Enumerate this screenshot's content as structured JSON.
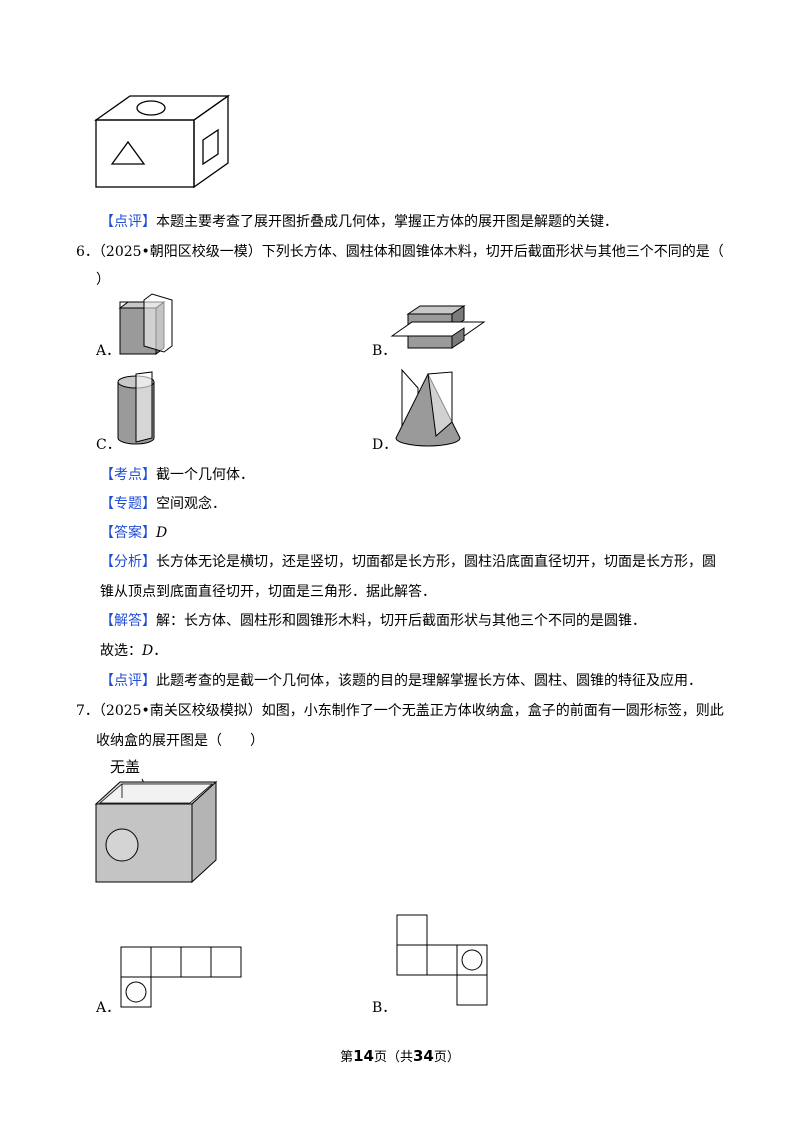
{
  "figure_top": {
    "name": "cube-figure"
  },
  "q5_comment": {
    "tag": "【点评】",
    "text": "本题主要考查了展开图折叠成几何体，掌握正方体的展开图是解题的关键．"
  },
  "q6": {
    "number": "6．",
    "stem_line1": "（2025•朝阳区校级一模）下列长方体、圆柱体和圆锥体木料，切开后截面形状与其他三个不同的是（",
    "stem_line2": "）",
    "options": {
      "A": "A．",
      "B": "B．",
      "C": "C．",
      "D": "D．"
    },
    "kaodian": {
      "tag": "【考点】",
      "text": "截一个几何体．"
    },
    "zhuanti": {
      "tag": "【专题】",
      "text": "空间观念．"
    },
    "daan": {
      "tag": "【答案】",
      "text": "D"
    },
    "fenxi": {
      "tag": "【分析】",
      "text_line1": "长方体无论是横切，还是竖切，切面都是长方形，圆柱沿底面直径切开，切面是长方形，圆",
      "text_line2": "锥从顶点到底面直径切开，切面是三角形．据此解答．"
    },
    "jieda": {
      "tag": "【解答】",
      "text": "解：长方体、圆柱形和圆锥形木料，切开后截面形状与其他三个不同的是圆锥．"
    },
    "guxuan_prefix": "故选：",
    "guxuan_answer": "D",
    "guxuan_suffix": "．",
    "dianping": {
      "tag": "【点评】",
      "text": "此题考查的是截一个几何体，该题的目的是理解掌握长方体、圆柱、圆锥的特征及应用．"
    }
  },
  "q7": {
    "number": "7．",
    "stem_line1": "（2025•南关区校级模拟）如图，小东制作了一个无盖正方体收纳盒，盒子的前面有一圆形标签，则此",
    "stem_line2": "收纳盒的展开图是（　　）",
    "box_label": "无盖",
    "options": {
      "A": "A．",
      "B": "B．"
    }
  },
  "footer": {
    "prefix": "第",
    "page": "14",
    "mid": "页（共",
    "total": "34",
    "suffix": "页）"
  }
}
